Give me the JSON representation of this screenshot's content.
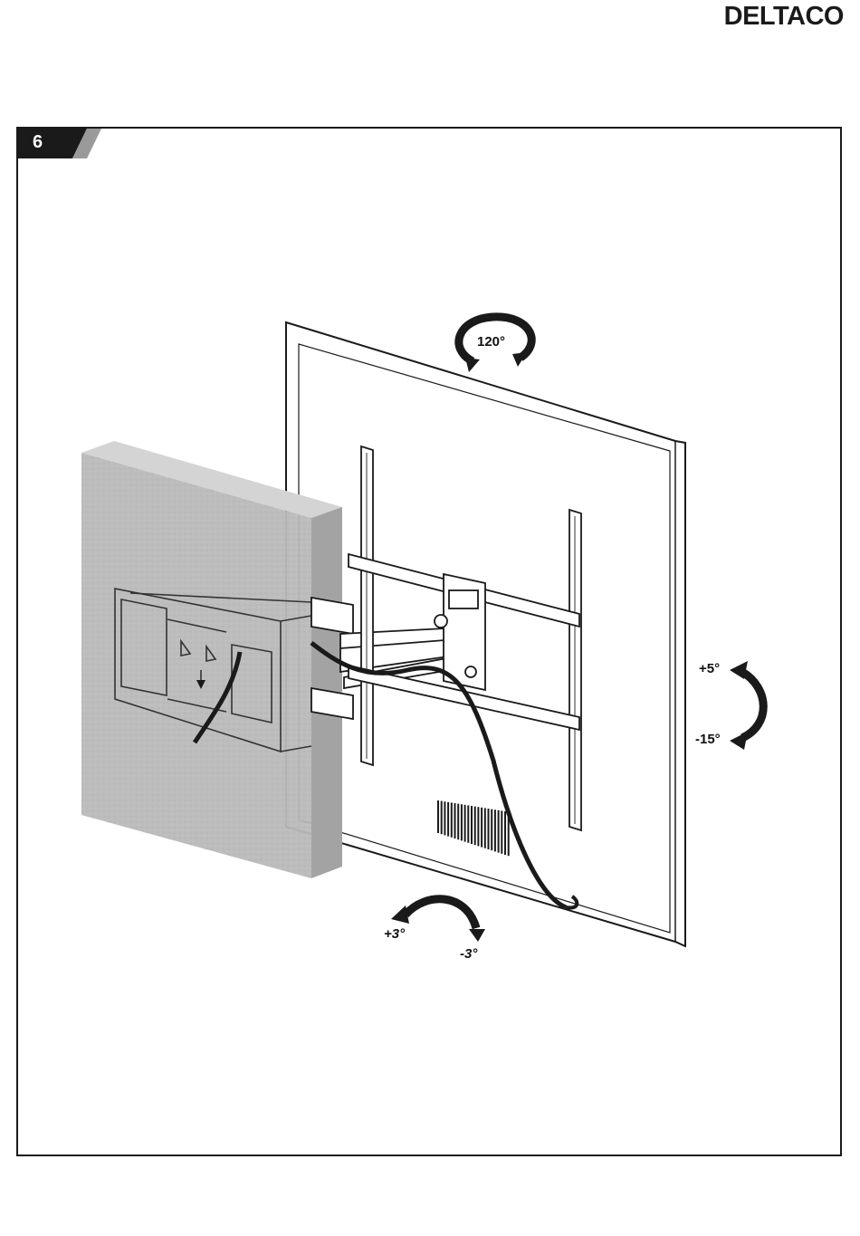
{
  "brand": "DELTACO",
  "step": {
    "number": "6"
  },
  "labels": {
    "swivel": "120°",
    "tilt_up": "+5°",
    "tilt_down": "-15°",
    "level_plus": "+3°",
    "level_minus": "-3°"
  },
  "colors": {
    "wall": "#b9b9b9",
    "wall_top": "#d6d6d6",
    "ink": "#1a1a1a",
    "tab": "#1a1a1a",
    "tab_accent": "#9a9a9a"
  }
}
